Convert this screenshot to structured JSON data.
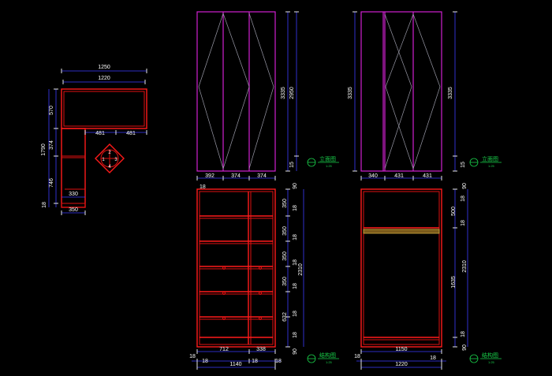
{
  "colors": {
    "background": "#000000",
    "outline": "#ff1a1a",
    "door": "#d020d0",
    "dimension_text": "#ffffff",
    "dimension_line": "#3d3dff",
    "label": "#19d04a"
  },
  "plan_view": {
    "width_outer": "1250",
    "width_inner": "1220",
    "depth_left_total": "1790",
    "seg_570": "570",
    "seg_374": "374",
    "seg_746": "746",
    "seg_18": "18",
    "dim_481_a": "481",
    "dim_481_b": "481",
    "dim_330": "330",
    "dim_350": "350"
  },
  "direction_symbol": {
    "n1": "1",
    "n2": "2",
    "n3": "3",
    "n4": "4"
  },
  "elevation_a": {
    "height_total": "3335",
    "height_door": "2950",
    "height_base": "15",
    "w1": "392",
    "w2": "374",
    "w3": "374",
    "label": "立面图",
    "scale": "1:25"
  },
  "elevation_b": {
    "height_total_left": "3335",
    "height_total_right": "3335",
    "height_base": "15",
    "w1": "340",
    "w2": "431",
    "w3": "431",
    "label": "立面图",
    "scale": "1:25"
  },
  "structure_a": {
    "top_18": "18",
    "right_90": "90",
    "s350_1": "350",
    "s18_1": "18",
    "s18_2": "18",
    "s350_2": "350",
    "s18_3": "18",
    "s350_3": "350",
    "s18_4": "18",
    "s2310": "2310",
    "s350_4": "350",
    "s18_5": "18",
    "s632": "632",
    "s18_6": "18",
    "s90_b": "90",
    "w712": "712",
    "w338": "338",
    "b18_a": "18",
    "b18_b": "18",
    "b18_c": "18",
    "b18_d": "18",
    "b1140": "1140",
    "label": "结构图",
    "scale": "1:25"
  },
  "structure_b": {
    "r90_t": "90",
    "r18_t": "18",
    "r500": "500",
    "r18_m": "18",
    "r2310": "2310",
    "r1635": "1635",
    "r18_b": "18",
    "r90_b": "90",
    "w1150": "1150",
    "b18_l": "18",
    "b18_r": "18",
    "b1220": "1220",
    "label": "结构图",
    "scale": "1:25"
  }
}
